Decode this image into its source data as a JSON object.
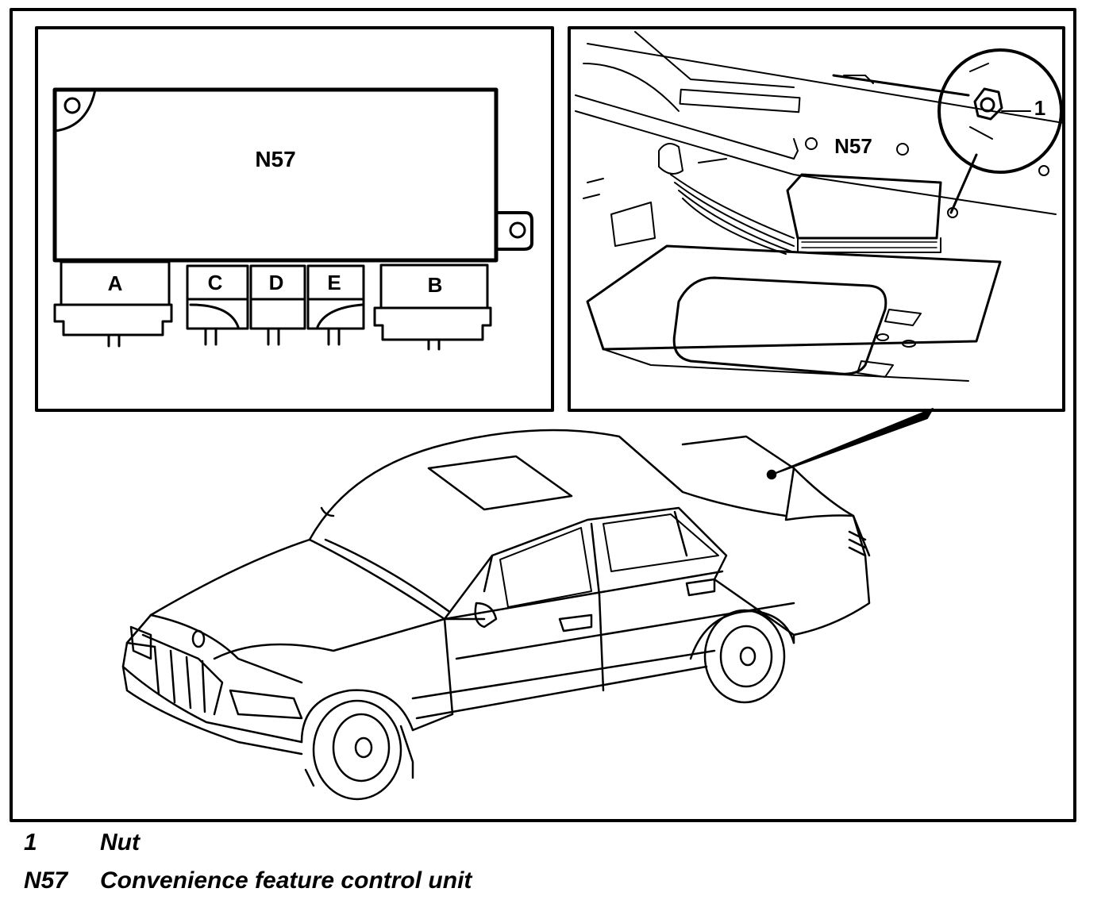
{
  "figure": {
    "module_diagram": {
      "module_label": "N57",
      "connectors": [
        "A",
        "C",
        "D",
        "E",
        "B"
      ]
    },
    "location_detail": {
      "module_label": "N57",
      "callout_number": "1"
    }
  },
  "legend": [
    {
      "key": "1",
      "description": "Nut"
    },
    {
      "key": "N57",
      "description": "Convenience feature control unit"
    }
  ],
  "colors": {
    "line": "#000000",
    "background": "#ffffff"
  }
}
